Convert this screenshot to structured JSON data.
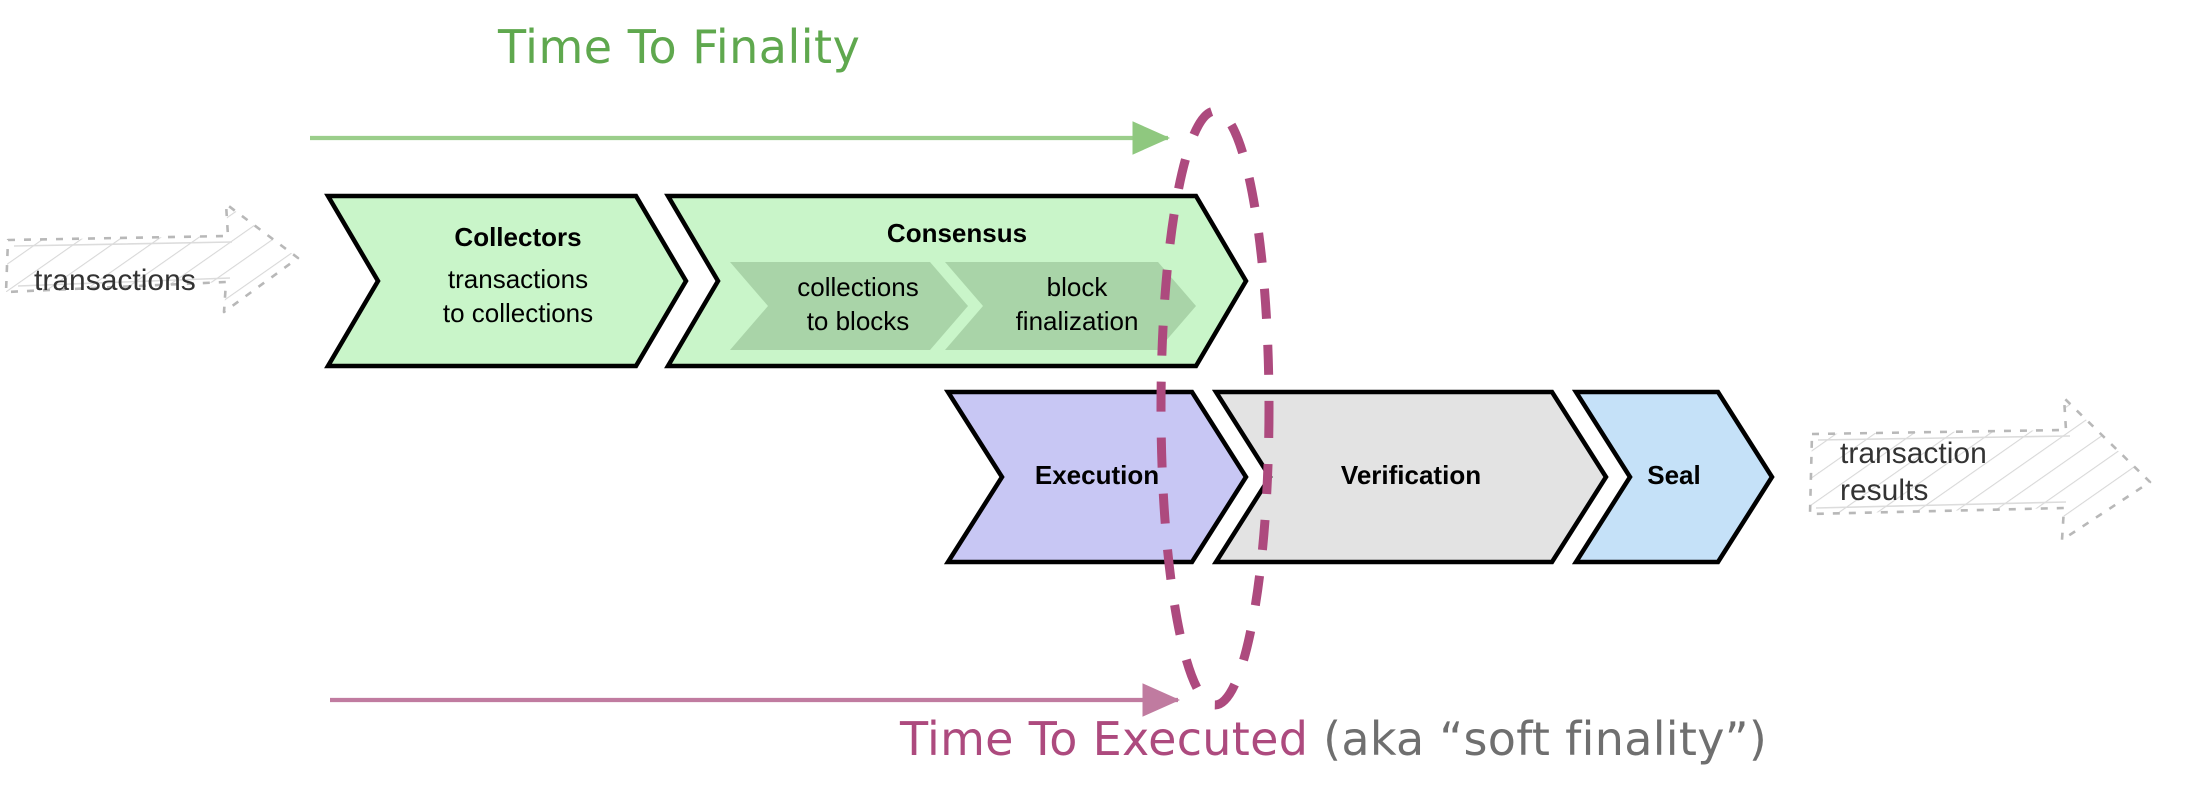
{
  "diagram": {
    "title_top": "Time To Finality",
    "caption_bottom_main": "Time To Executed",
    "caption_bottom_note": " (aka “soft finality”)",
    "colors": {
      "green_title": "#5FA84E",
      "green_arrow": "#9BCE8B",
      "magenta": "#AD4A7E",
      "chevron_green_fill": "#C9F5C9",
      "chevron_green_sub_fill": "#A9D4A8",
      "chevron_purple_fill": "#C8C7F4",
      "chevron_grey_fill": "#E3E3E3",
      "chevron_blue_fill": "#C5E1F8",
      "stroke": "#000000",
      "sketch_grey": "#BFBFBF"
    },
    "inputs": {
      "left_cloud_label": "transactions",
      "right_cloud_label": "transaction\nresults"
    },
    "pipeline_top": [
      {
        "id": "collectors",
        "title": "Collectors",
        "subtitle": "transactions\nto collections",
        "fill": "#C9F5C9"
      },
      {
        "id": "consensus",
        "title": "Consensus",
        "fill": "#C9F5C9",
        "sub_steps": [
          {
            "id": "collections-to-blocks",
            "label": "collections\nto blocks"
          },
          {
            "id": "block-finalization",
            "label": "block\nfinalization"
          }
        ]
      }
    ],
    "pipeline_bottom": [
      {
        "id": "execution",
        "title": "Execution",
        "fill": "#C8C7F4"
      },
      {
        "id": "verification",
        "title": "Verification",
        "fill": "#E3E3E3"
      },
      {
        "id": "seal",
        "title": "Seal",
        "fill": "#C5E1F8"
      }
    ],
    "annotations": {
      "top_arrow_name": "time-to-finality-arrow",
      "bottom_arrow_name": "time-to-executed-arrow",
      "ellipse_name": "finality-boundary-ellipse"
    }
  }
}
